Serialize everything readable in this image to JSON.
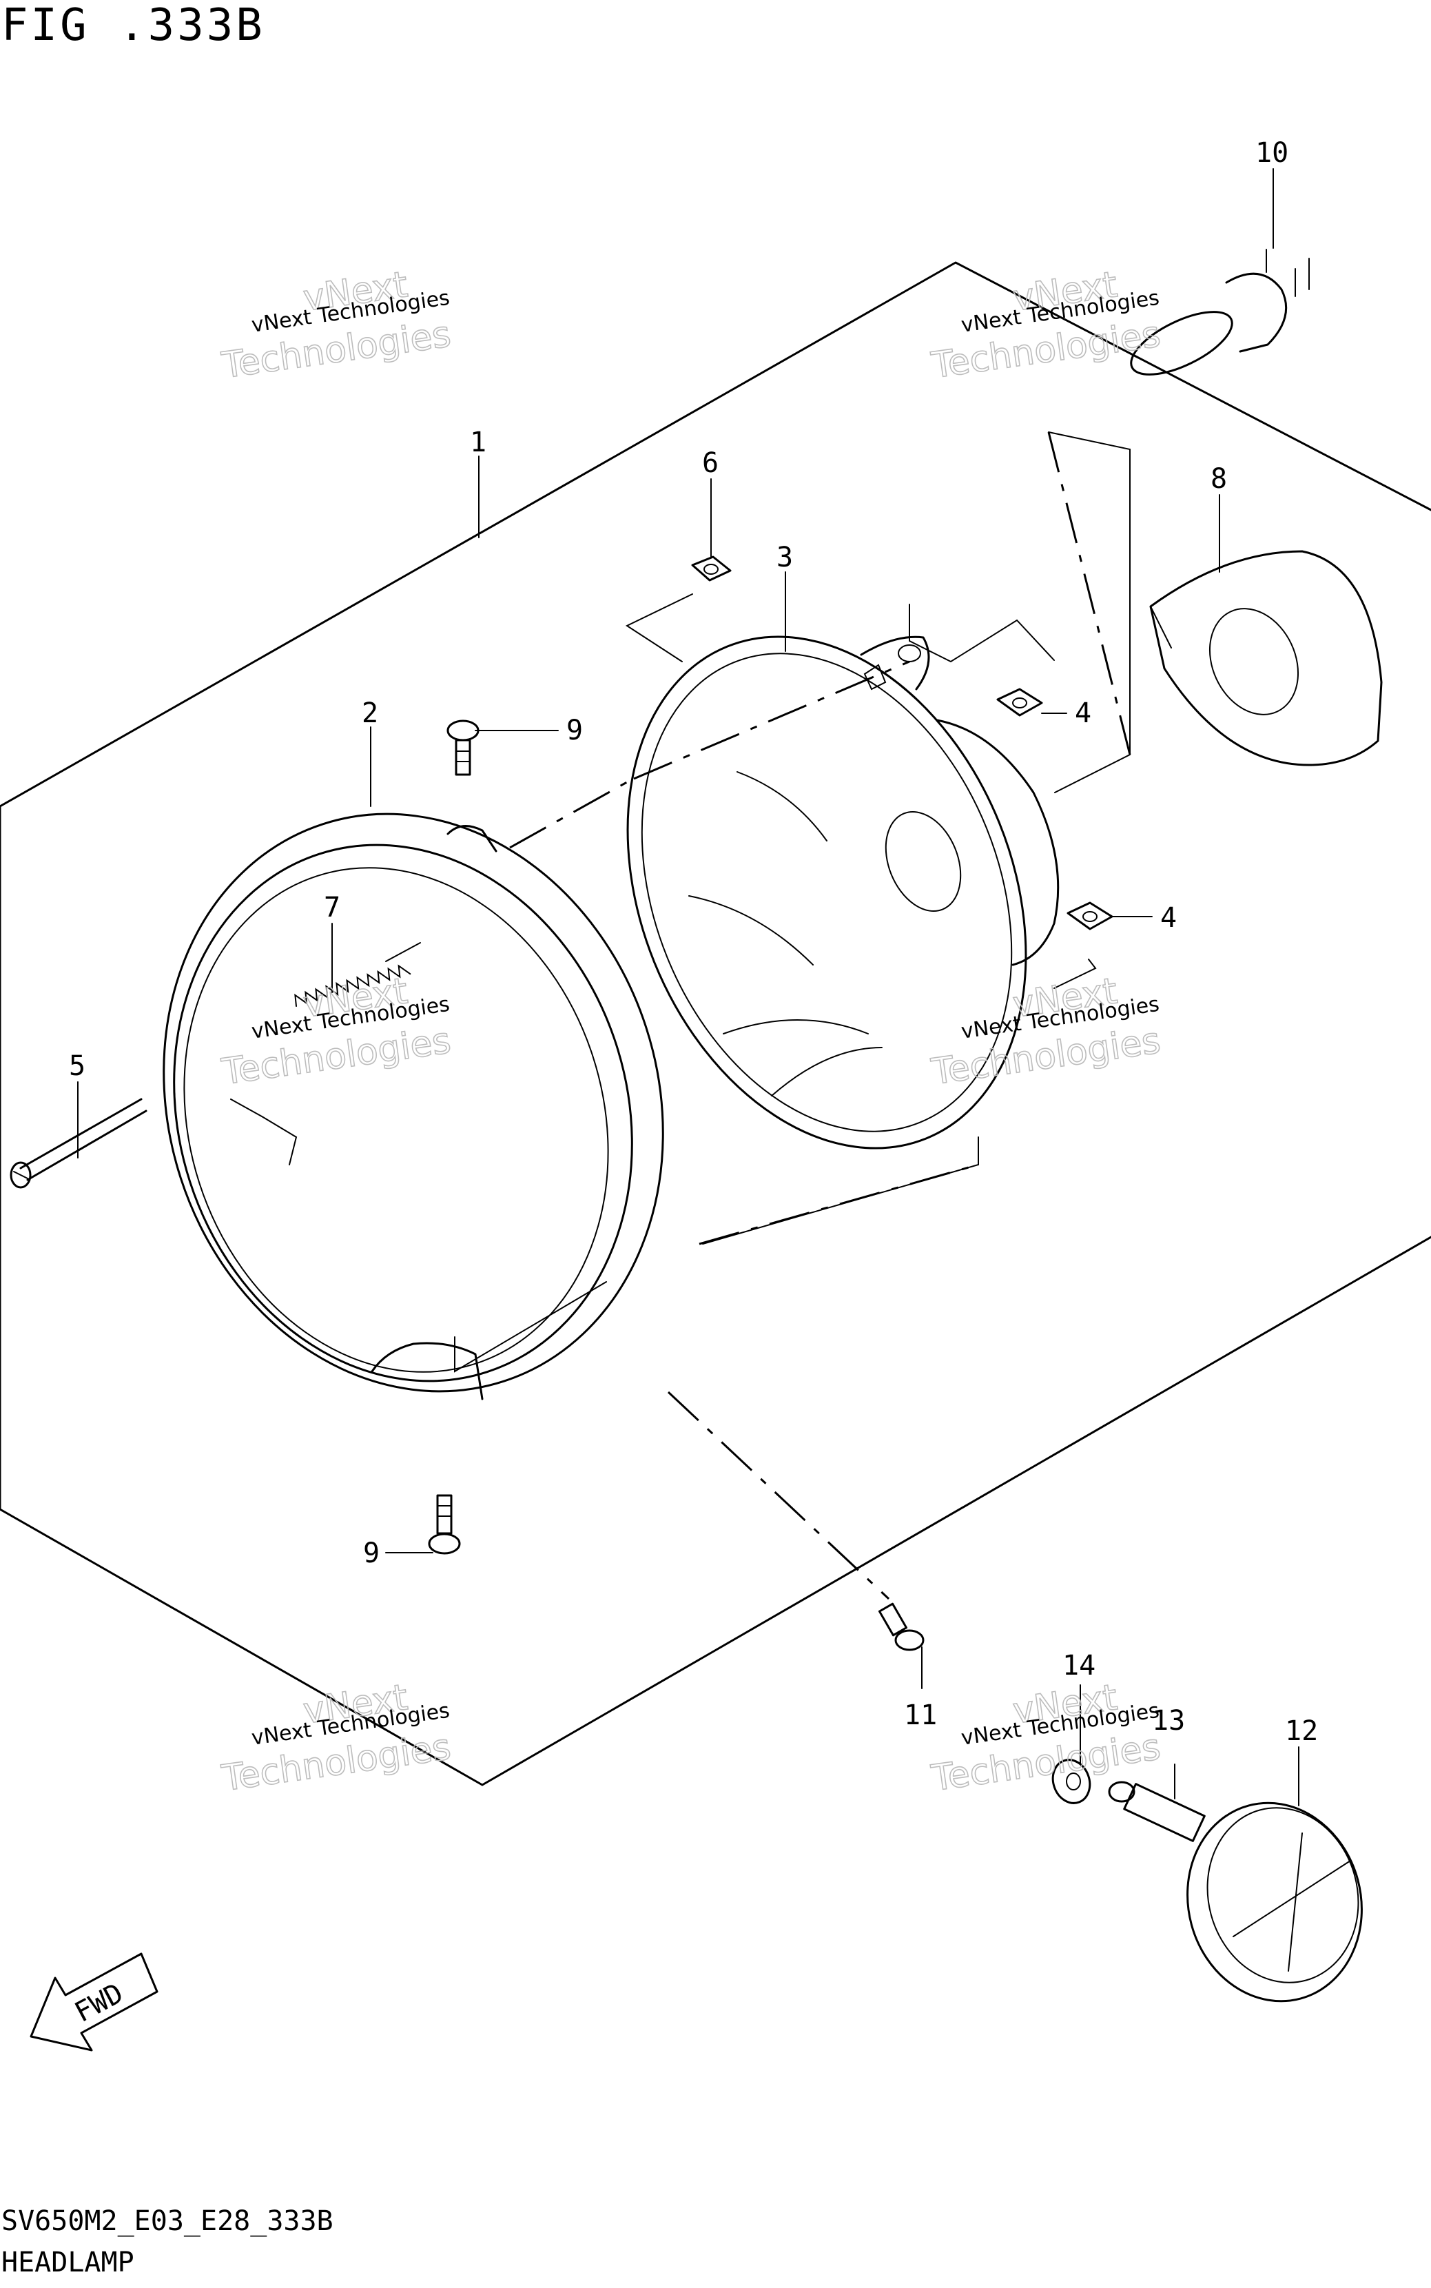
{
  "figure": {
    "title": "FIG .333B",
    "code": "SV650M2_E03_E28_333B",
    "section_name": "HEADLAMP"
  },
  "callouts": [
    "1",
    "2",
    "3",
    "4",
    "4",
    "5",
    "6",
    "7",
    "8",
    "9",
    "9",
    "10",
    "11",
    "12",
    "13",
    "14"
  ],
  "watermark": {
    "small": "vNext Technologies",
    "big_line1": "vNext",
    "big_line2": "Technologies"
  },
  "fwd_label": "FWD",
  "colors": {
    "line": "#000000",
    "background": "#ffffff",
    "watermark": "#bdbdbd"
  }
}
